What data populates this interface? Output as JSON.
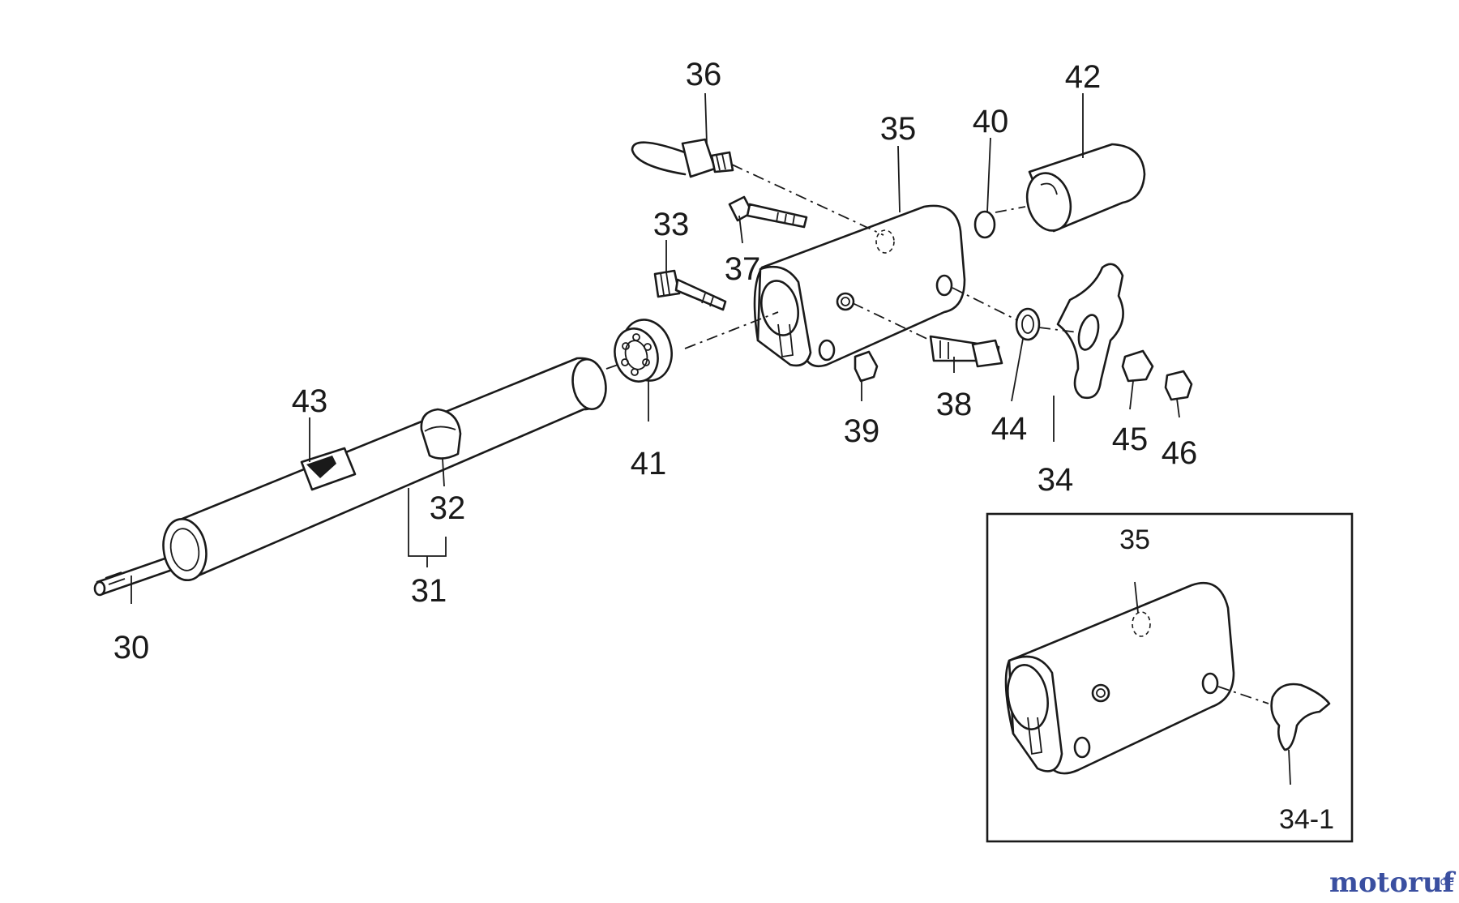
{
  "callouts": {
    "p30": "30",
    "p31": "31",
    "p32": "32",
    "p33": "33",
    "p34": "34",
    "p35": "35",
    "p36": "36",
    "p37": "37",
    "p38": "38",
    "p39": "39",
    "p40": "40",
    "p41": "41",
    "p42": "42",
    "p43": "43",
    "p44": "44",
    "p45": "45",
    "p46": "46",
    "inset_p35": "35",
    "inset_p34_1": "34-1"
  },
  "watermark": {
    "text": "motoruf",
    "suffix": ".de",
    "color_main": "#3a4fa0",
    "color_accent": "#e8262e"
  }
}
